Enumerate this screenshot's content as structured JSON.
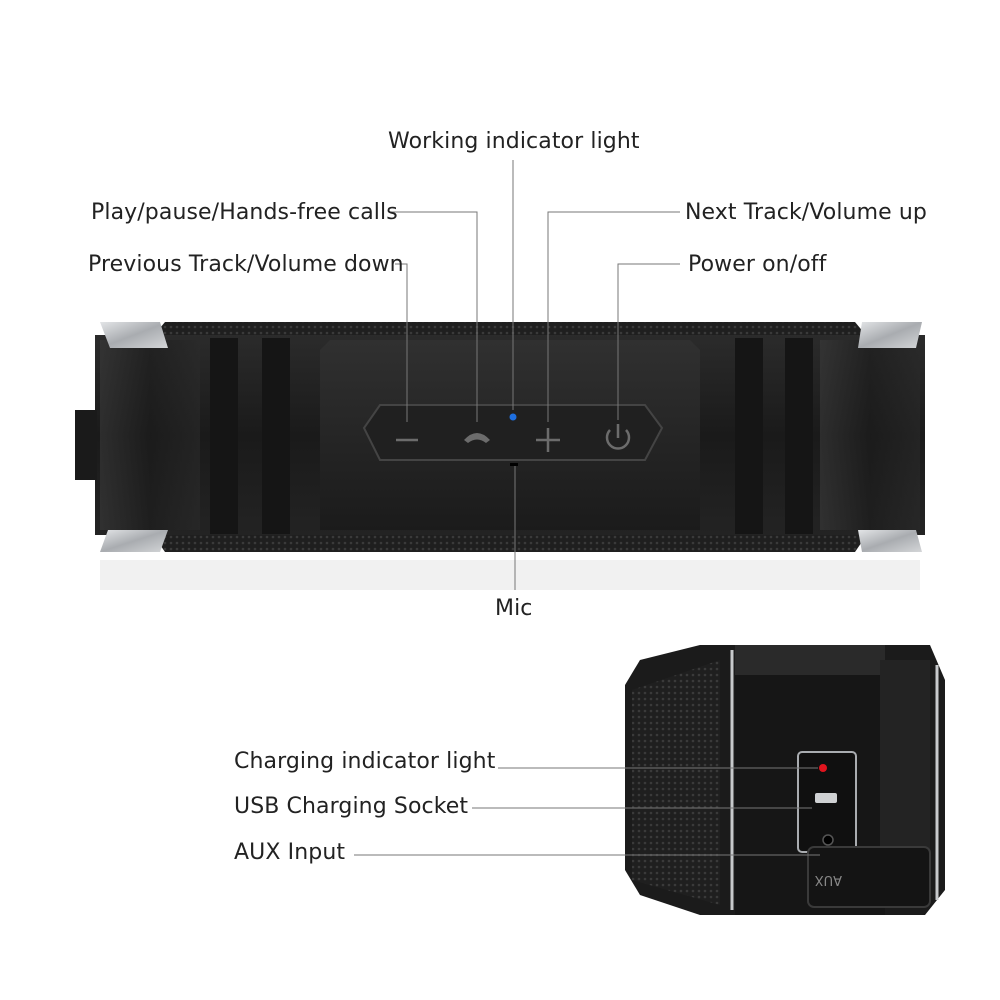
{
  "callouts": {
    "working_indicator": "Working indicator light",
    "play_pause": "Play/pause/Hands-free calls",
    "next_track": "Next Track/Volume up",
    "previous_track": "Previous Track/Volume down",
    "power": "Power on/off",
    "mic": "Mic",
    "charging_indicator": "Charging indicator light",
    "usb_socket": "USB Charging Socket",
    "aux_input": "AUX Input"
  },
  "speaker_side": {
    "aux_cover_text": "AUX"
  },
  "colors": {
    "indicator_blue": "#1e6fe0",
    "indicator_red": "#e0141e",
    "body": "#1c1c1c",
    "metal": "#b9bcbf"
  },
  "icons": [
    "minus-icon",
    "phone-icon",
    "plus-icon",
    "power-icon"
  ]
}
